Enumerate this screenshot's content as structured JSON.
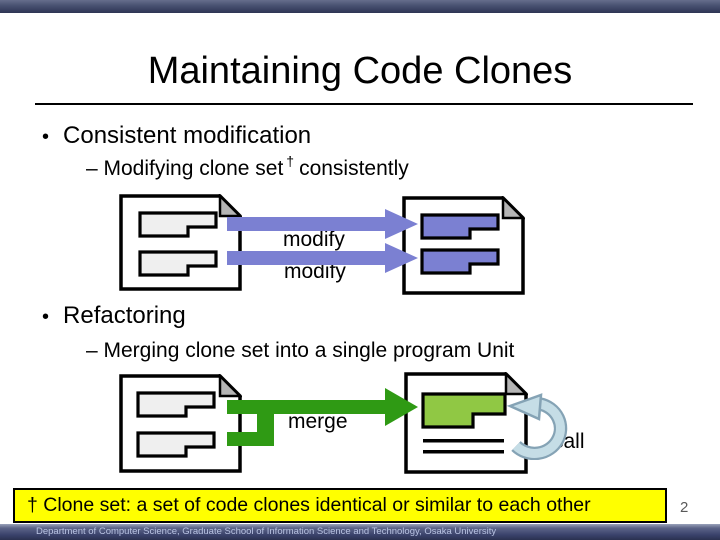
{
  "slide": {
    "title": "Maintaining Code Clones",
    "page_number": "2",
    "footnote_text": "† Clone set: a set of code clones identical or similar to each other",
    "footer_text": "Department of Computer Science, Graduate School of Information Science and Technology, Osaka University"
  },
  "bullets": {
    "bullet_char": "•",
    "section1": {
      "heading": "Consistent modification",
      "sub_prefix": "– Modifying clone set",
      "sub_dagger": "†",
      "sub_suffix": "consistently"
    },
    "section2": {
      "heading": "Refactoring",
      "sub": "– Merging clone set into a single program Unit"
    }
  },
  "diagram1": {
    "label_top": "modify",
    "label_bottom": "modify"
  },
  "diagram2": {
    "merge_label": "merge",
    "call_label": "call"
  },
  "colors": {
    "clone_gray": "#efefef",
    "clone_purple": "#7b80d2",
    "clone_green": "#90c844",
    "arrow_purple": "#7b80d2",
    "arrow_green": "#2f9a14",
    "call_fill": "#c5dde6",
    "call_border": "#85a3b5",
    "fold_gray": "#b5b5b5",
    "doc_fill": "#ffffff",
    "footnote_bg": "#ffff00"
  }
}
